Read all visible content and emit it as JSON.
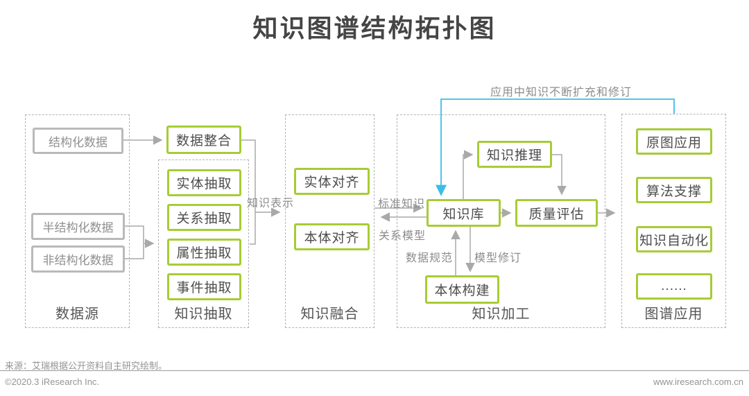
{
  "title": "知识图谱结构拓扑图",
  "groups": {
    "datasource": {
      "label": "数据源"
    },
    "extraction": {
      "label": "知识抽取"
    },
    "fusion": {
      "label": "知识融合"
    },
    "processing": {
      "label": "知识加工"
    },
    "application": {
      "label": "图谱应用"
    }
  },
  "nodes": {
    "structured_data": "结构化数据",
    "semi_structured_data": "半结构化数据",
    "unstructured_data": "非结构化数据",
    "data_integration": "数据整合",
    "entity_extraction": "实体抽取",
    "relation_extraction": "关系抽取",
    "attribute_extraction": "属性抽取",
    "event_extraction": "事件抽取",
    "entity_alignment": "实体对齐",
    "ontology_alignment": "本体对齐",
    "knowledge_base": "知识库",
    "knowledge_reasoning": "知识推理",
    "quality_evaluation": "质量评估",
    "ontology_construction": "本体构建",
    "original_graph_app": "原图应用",
    "algorithm_support": "算法支撑",
    "knowledge_automation": "知识自动化",
    "ellipsis": "......"
  },
  "edge_labels": {
    "knowledge_representation": "知识表示",
    "standard_knowledge": "标准知识",
    "relation_model": "关系模型",
    "data_specification": "数据规范",
    "model_revision": "模型修订",
    "app_feedback": "应用中知识不断扩充和修订"
  },
  "colors": {
    "green_border": "#a6cc35",
    "gray_border": "#b9b9b9",
    "wire_gray": "#a9a9a9",
    "wire_blue": "#3bbde8",
    "title_text": "#454545"
  },
  "footer": {
    "source": "来源：艾瑞根据公开资料自主研究绘制。",
    "copyright": "©2020.3 iResearch Inc.",
    "website": "www.iresearch.com.cn"
  }
}
